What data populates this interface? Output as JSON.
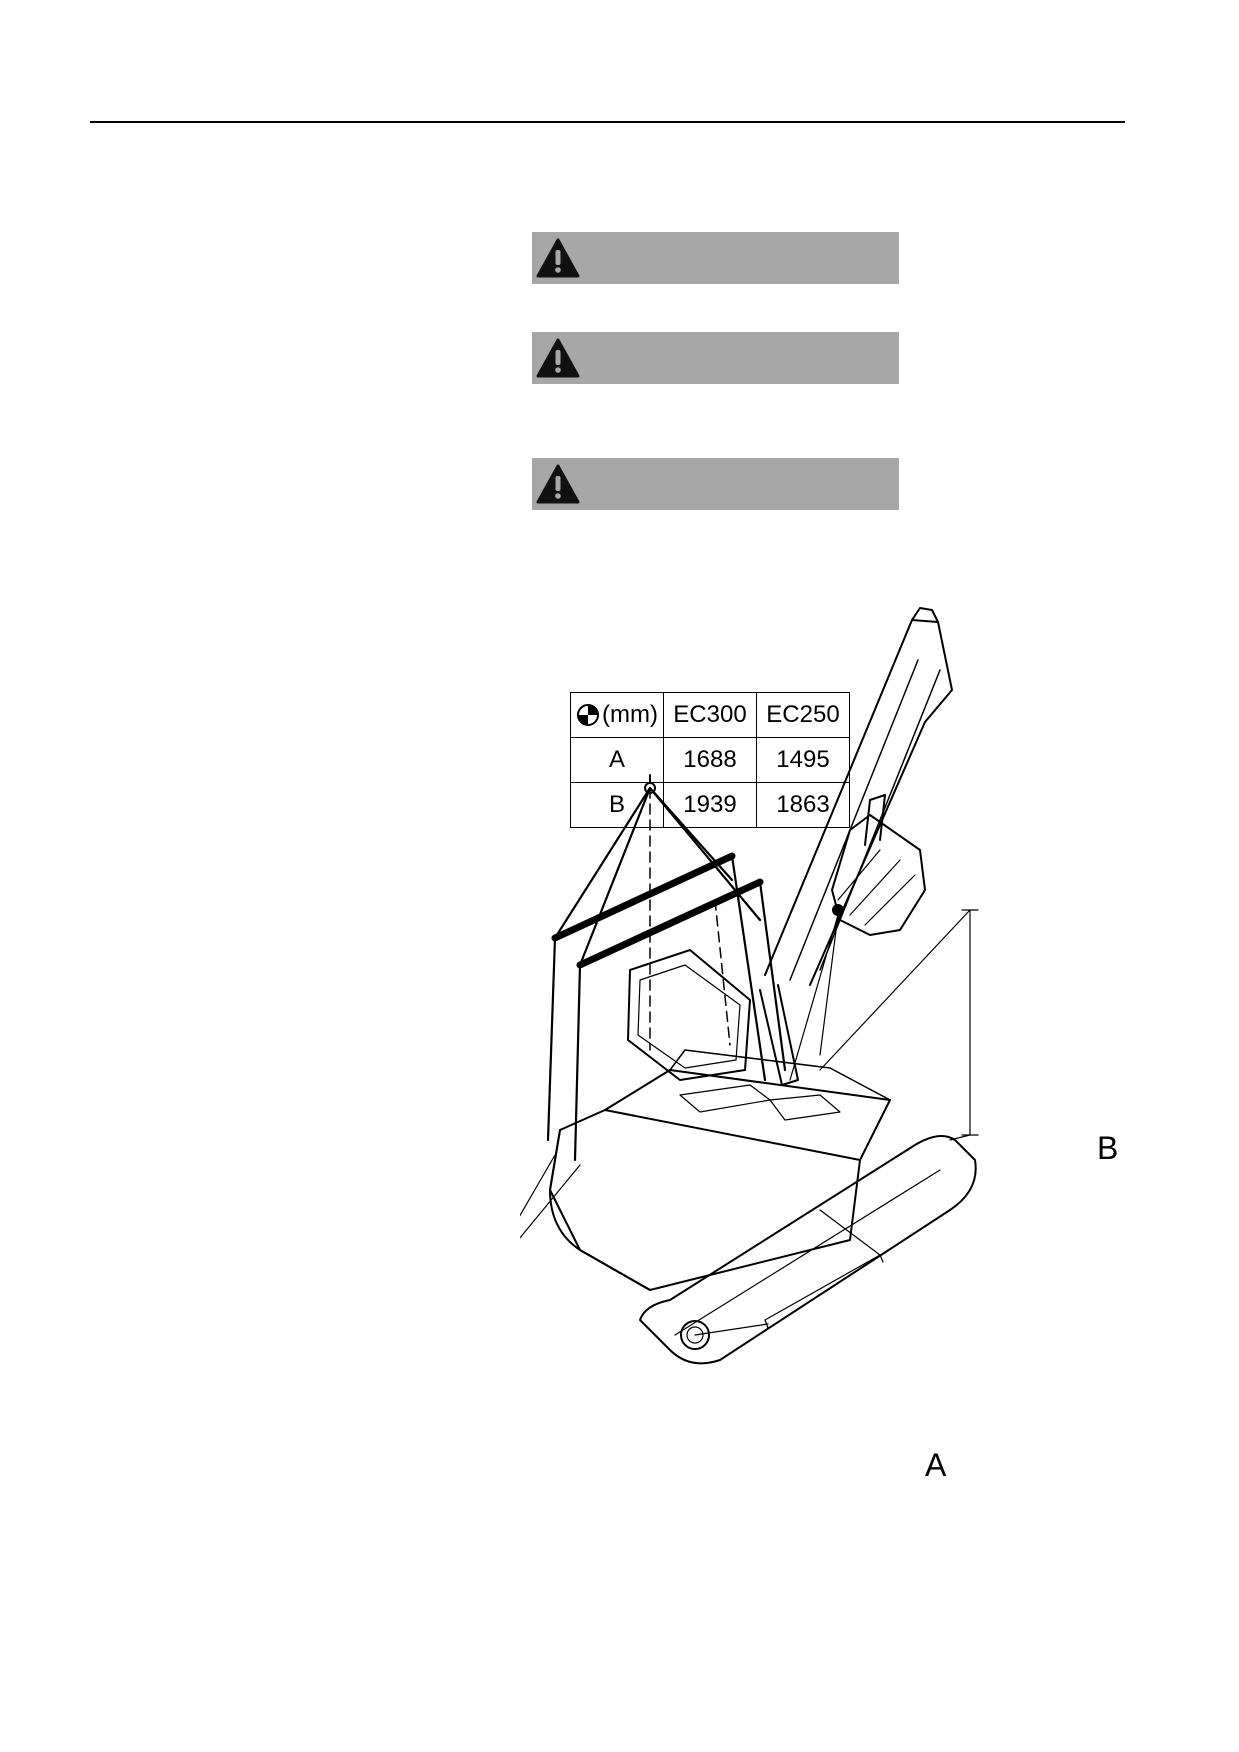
{
  "spec_table": {
    "header": [
      "(mm)",
      "EC300",
      "EC250"
    ],
    "rows": [
      [
        "A",
        "1688",
        "1495"
      ],
      [
        "B",
        "1939",
        "1863"
      ]
    ]
  },
  "dimensions": {
    "a_label": "A",
    "b_label": "B"
  },
  "warnings": [
    {
      "icon": "warning-triangle-icon"
    },
    {
      "icon": "warning-triangle-icon"
    },
    {
      "icon": "warning-triangle-icon"
    }
  ],
  "colors": {
    "warning_banner": "#a7a7a7",
    "line": "#000000"
  }
}
